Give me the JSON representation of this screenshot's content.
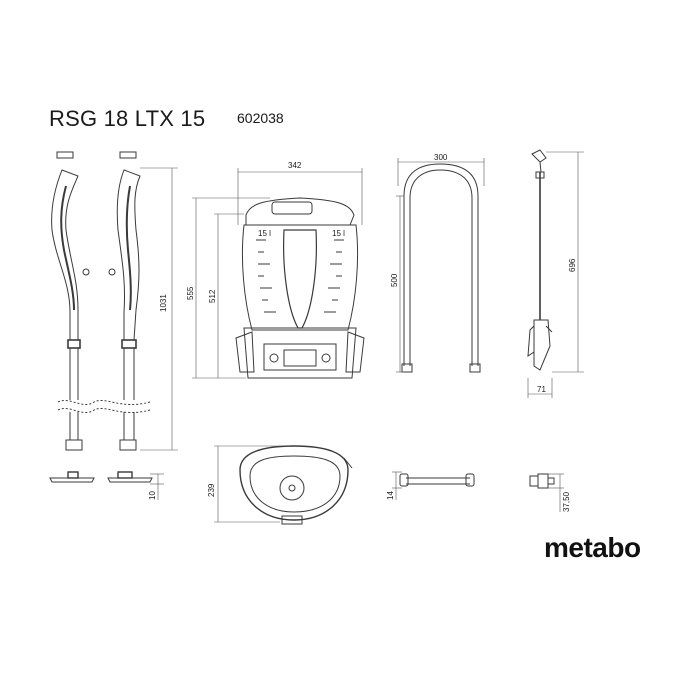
{
  "header": {
    "model": "RSG 18 LTX 15",
    "article_number": "602038"
  },
  "brand": {
    "logo_text": "metabo"
  },
  "dimensions": {
    "strap_height": "1031",
    "tank_width": "342",
    "tank_height_total": "555",
    "tank_height_body": "512",
    "frame_width": "300",
    "frame_height": "500",
    "lance_length": "696",
    "lance_depth": "71",
    "strap_clip_height": "10",
    "tank_depth": "239",
    "frame_bar_height": "14",
    "nozzle_height": "37,50"
  },
  "tank_scale_labels": {
    "left": "15 l",
    "right": "15 l"
  },
  "colors": {
    "line": "#3a3a3a",
    "dim_line": "#555555",
    "text": "#1a1a1a"
  }
}
